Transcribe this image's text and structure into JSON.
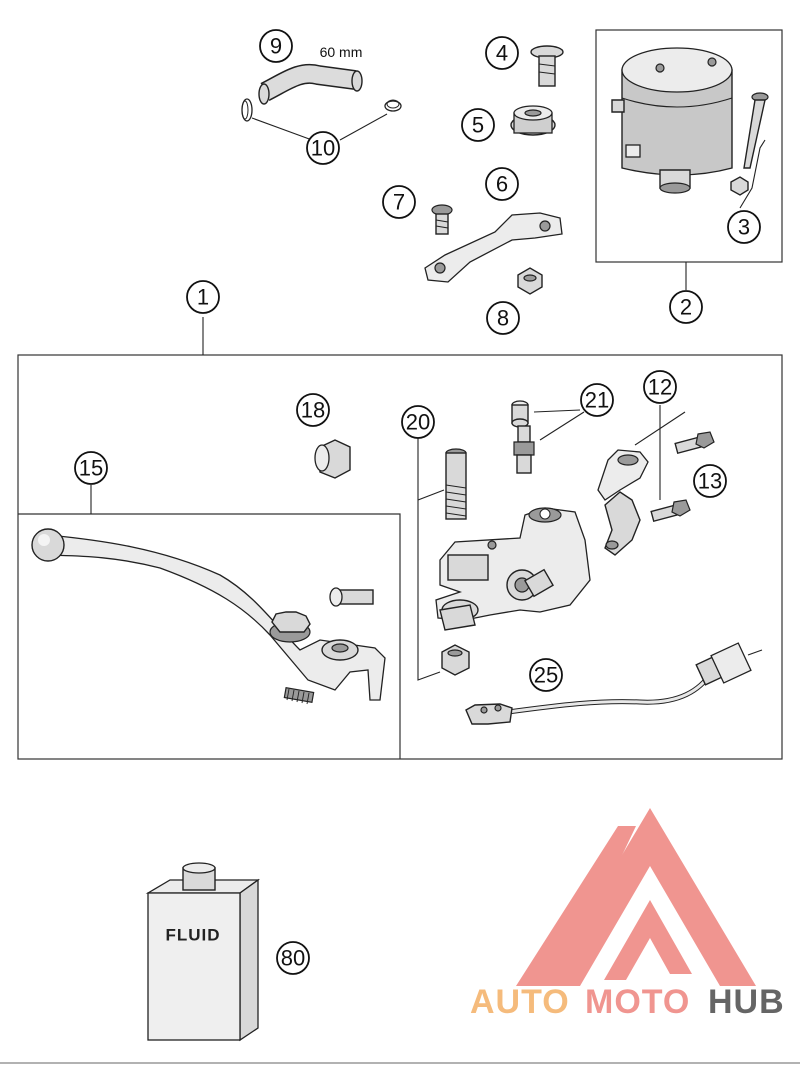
{
  "callouts": {
    "c1": "1",
    "c2": "2",
    "c3": "3",
    "c4": "4",
    "c5": "5",
    "c6": "6",
    "c7": "7",
    "c8": "8",
    "c9": "9",
    "c10": "10",
    "c12": "12",
    "c13": "13",
    "c15": "15",
    "c18": "18",
    "c20": "20",
    "c21": "21",
    "c25": "25",
    "c80": "80"
  },
  "hose_length_label": "60 mm",
  "fluid_label": "FLUID",
  "logo": {
    "part1": "AUTO",
    "part2": "MOTO",
    "part3": "HUB",
    "colors": {
      "orange": "#f5b46e",
      "red": "#ef8a84",
      "gray": "#555555"
    }
  }
}
